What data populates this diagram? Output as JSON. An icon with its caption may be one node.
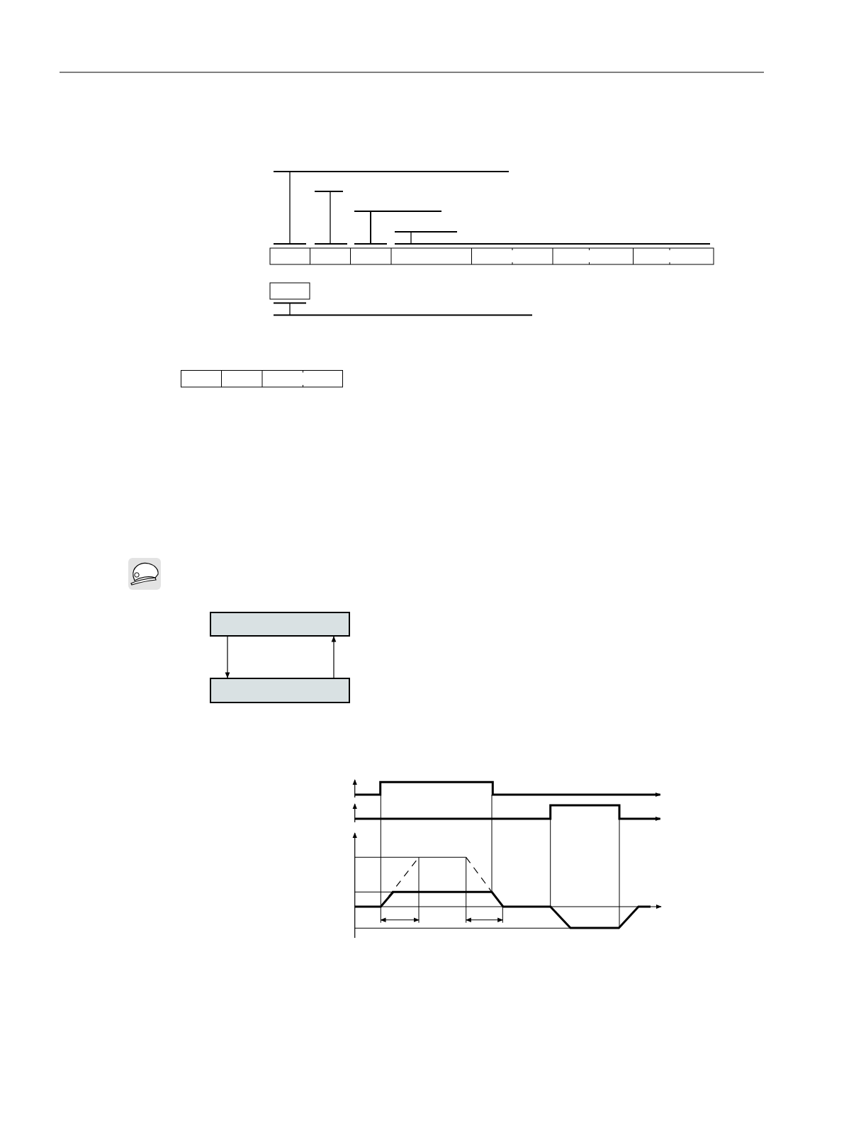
{
  "diagram": {
    "nodes": [
      {
        "text": [],
        "shape": "box"
      },
      {
        "text": [],
        "shape": "box"
      }
    ],
    "edges": [
      {
        "from": 0,
        "to": 1,
        "arrow": "to"
      },
      {
        "from": 1,
        "to": 0,
        "arrow": "to"
      }
    ]
  }
}
